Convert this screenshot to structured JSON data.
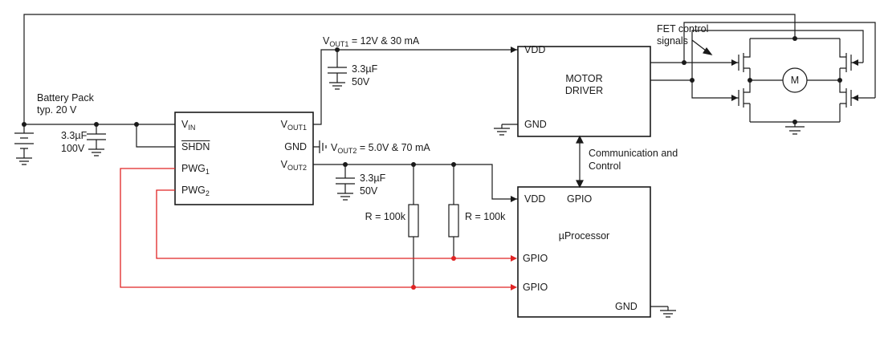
{
  "diagram": {
    "battery": {
      "line1": "Battery Pack",
      "line2": "typ. 20 V"
    },
    "input_cap": {
      "value": "3.3µF",
      "voltage": "100V"
    },
    "vout1_rail": {
      "main": "V",
      "sub": "OUT1",
      "rest": " = 12V & 30 mA"
    },
    "vout1_cap": {
      "value": "3.3µF",
      "voltage": "50V"
    },
    "vout2_rail": {
      "main": "V",
      "sub": "OUT2",
      "rest": " = 5.0V & 70 mA"
    },
    "vout2_cap": {
      "value": "3.3µF",
      "voltage": "50V"
    },
    "r1": "R = 100k",
    "r2": "R = 100k",
    "fet_signals": {
      "line1": "FET control",
      "line2": "signals"
    },
    "comm": {
      "line1": "Communication and",
      "line2": "Control"
    },
    "motor": "M"
  },
  "regulator": {
    "vin": {
      "main": "V",
      "sub": "IN"
    },
    "shdn": "SHDN",
    "pwg1": {
      "main": "PWG",
      "sub": "1"
    },
    "pwg2": {
      "main": "PWG",
      "sub": "2"
    },
    "vout1": {
      "main": "V",
      "sub": "OUT1"
    },
    "gnd": "GND",
    "vout2": {
      "main": "V",
      "sub": "OUT2"
    }
  },
  "motor_driver": {
    "vdd": "VDD",
    "title_line1": "MOTOR",
    "title_line2": "DRIVER",
    "gnd": "GND"
  },
  "microprocessor": {
    "vdd": "VDD",
    "gpio_top": "GPIO",
    "title": "µProcessor",
    "gpio_1": "GPIO",
    "gpio_2": "GPIO",
    "gnd": "GND"
  },
  "colors": {
    "wire": "#1a1a1a",
    "pwg_wire": "#e02424"
  }
}
